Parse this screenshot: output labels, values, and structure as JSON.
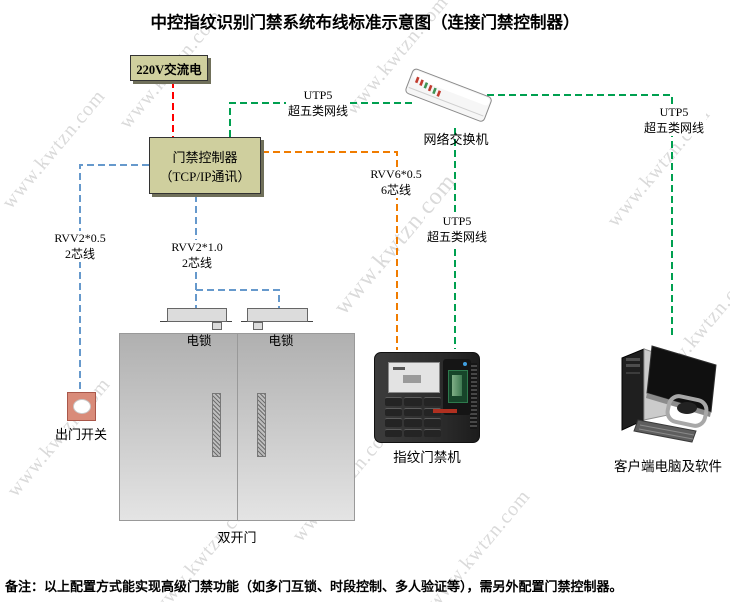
{
  "title": "中控指纹识别门禁系统布线标准示意图（连接门禁控制器）",
  "note": "备注：以上配置方式能实现高级门禁功能（如多门互锁、时段控制、多人验证等），需另外配置门禁控制器。",
  "watermark": {
    "text": "www.kwtzn.com"
  },
  "nodes": {
    "power": {
      "label": "220V交流电"
    },
    "controller": {
      "label_line1": "门禁控制器",
      "label_line2": "（TCP/IP通讯）"
    },
    "switch": {
      "label": "网络交换机"
    },
    "fingerprint": {
      "label": "指纹门禁机"
    },
    "computer": {
      "label": "客户端电脑及软件"
    },
    "exit_button": {
      "label": "出门开关"
    },
    "door": {
      "label": "双开门"
    },
    "lock_left": {
      "label": "电锁"
    },
    "lock_right": {
      "label": "电锁"
    }
  },
  "cables": {
    "utp5_top": {
      "line1": "UTP5",
      "line2": "超五类网线"
    },
    "utp5_mid": {
      "line1": "UTP5",
      "line2": "超五类网线"
    },
    "utp5_right": {
      "line1": "UTP5",
      "line2": "超五类网线"
    },
    "rvv6": {
      "line1": "RVV6*0.5",
      "line2": "6芯线"
    },
    "rvv2_05": {
      "line1": "RVV2*0.5",
      "line2": "2芯线"
    },
    "rvv2_10": {
      "line1": "RVV2*1.0",
      "line2": "2芯线"
    }
  },
  "colors": {
    "power_line": "#ff0000",
    "network_line": "#00a050",
    "rvv6_line": "#f07c00",
    "rvv2_line": "#6699cc",
    "node_fill": "#cfcf9e",
    "node_shadow": "#70705a",
    "exit_button_fill": "#d98b79"
  }
}
